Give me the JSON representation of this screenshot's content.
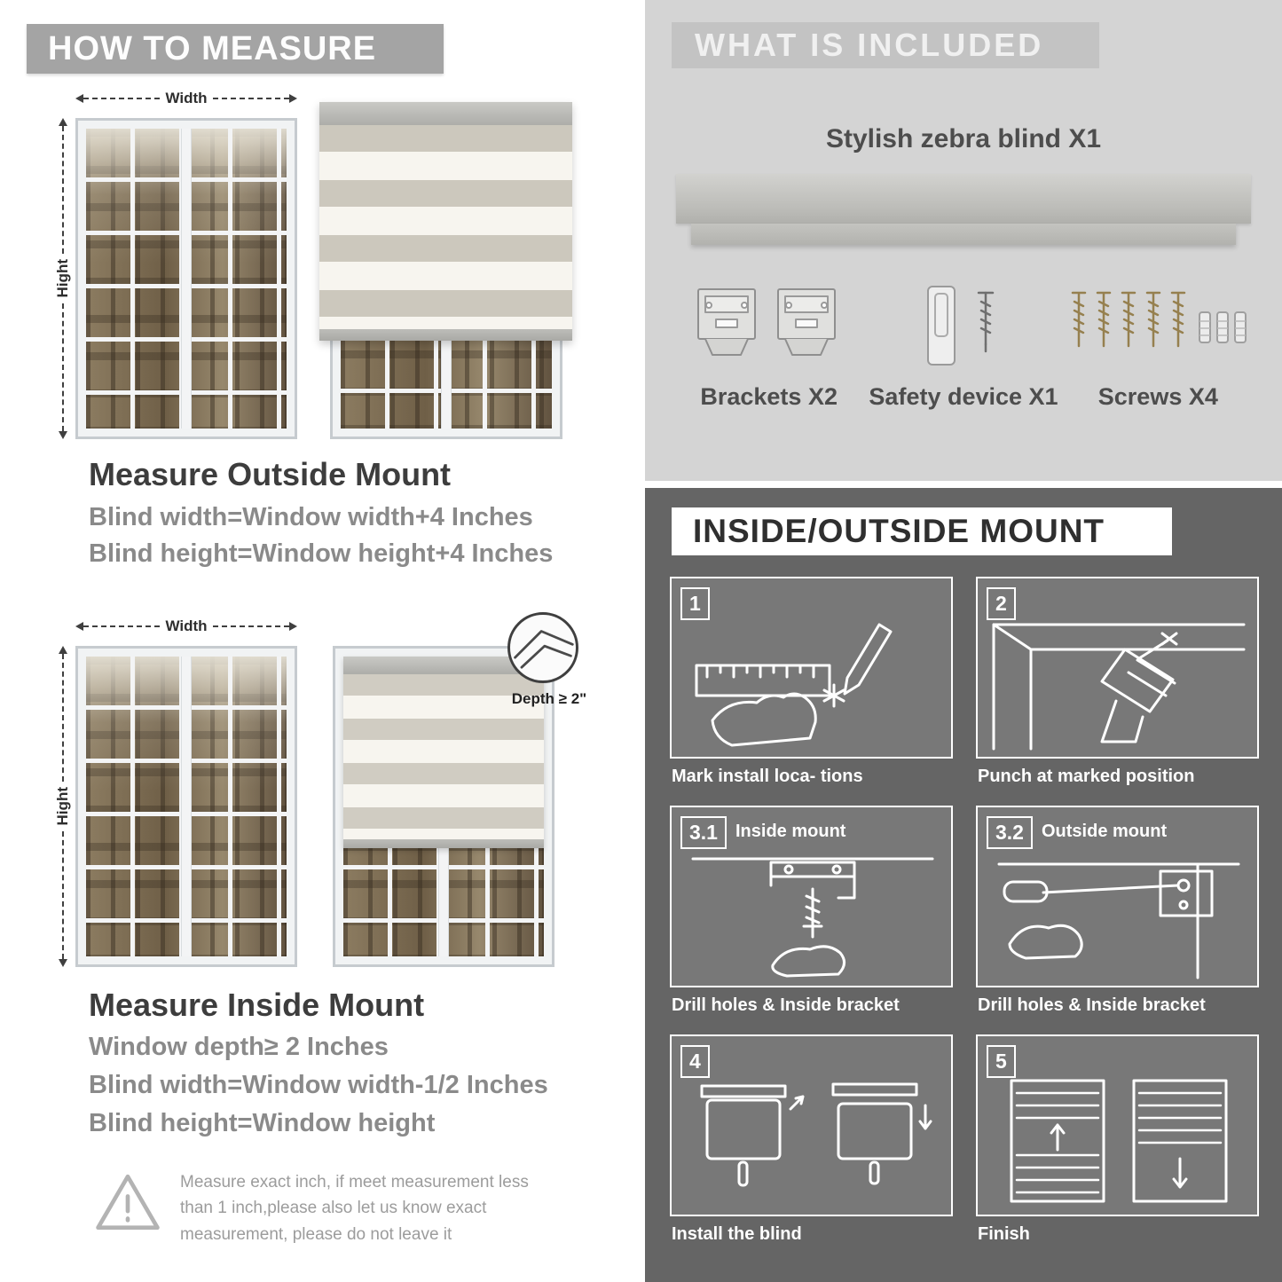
{
  "colors": {
    "header_banner": "#a4a4a4",
    "included_bg": "#d4d4d4",
    "included_banner": "#c3c3c3",
    "mount_bg": "#656565",
    "panel_bg": "#787878",
    "heading_text": "#3d3d3d",
    "body_text": "#8a8a8a"
  },
  "left": {
    "header": "HOW TO MEASURE",
    "outside": {
      "width_label": "Width",
      "height_label": "Hight",
      "title": "Measure Outside Mount",
      "line1": "Blind width=Window width+4 Inches",
      "line2": "Blind height=Window height+4 Inches"
    },
    "inside": {
      "width_label": "Width",
      "height_label": "Hight",
      "depth_label": "Depth ≥ 2\"",
      "title": "Measure Inside Mount",
      "line1": "Window depth≥ 2 Inches",
      "line2": "Blind width=Window width-1/2 Inches",
      "line3": "Blind height=Window height"
    },
    "warning": "Measure exact inch, if meet measurement less than 1 inch,please also let us know exact measurement, please do not leave it"
  },
  "right": {
    "included": {
      "header": "WHAT IS INCLUDED",
      "blind_label": "Stylish zebra blind X1",
      "items": [
        {
          "label": "Brackets X2"
        },
        {
          "label": "Safety device X1"
        },
        {
          "label": "Screws X4"
        }
      ]
    },
    "mount": {
      "header": "INSIDE/OUTSIDE MOUNT",
      "steps": [
        {
          "num": "1",
          "caption": "Mark install loca- tions"
        },
        {
          "num": "2",
          "caption": "Punch at marked position"
        },
        {
          "num": "3.1",
          "title": "Inside mount",
          "caption": "Drill holes & Inside bracket"
        },
        {
          "num": "3.2",
          "title": "Outside mount",
          "caption": "Drill holes & Inside bracket"
        },
        {
          "num": "4",
          "caption": "Install the blind"
        },
        {
          "num": "5",
          "caption": "Finish"
        }
      ]
    }
  }
}
